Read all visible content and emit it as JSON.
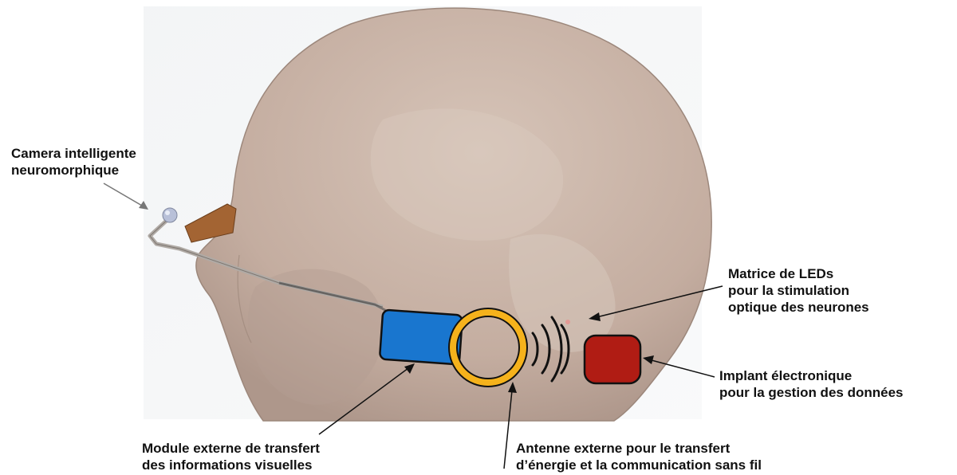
{
  "labels": {
    "camera": [
      "Camera intelligente",
      "neuromorphique"
    ],
    "led_matrix": [
      "Matrice de LEDs",
      "pour la stimulation",
      "optique des neurones"
    ],
    "implant": [
      "Implant électronique",
      "pour la gestion des données"
    ],
    "external_module": [
      "Module externe de transfert",
      "des informations visuelles"
    ],
    "antenna": [
      "Antenne externe pour le transfert",
      "d’énergie et la communication sans fil"
    ]
  },
  "colors": {
    "background": "#ffffff",
    "head": "#c8b3a6",
    "head_shadow": "#a8938a",
    "camera_lens": "#b8c0d8",
    "glasses_frame": "#a36433",
    "external_module": "#1976cf",
    "antenna_ring": "#f5b21c",
    "implant": "#b01c14",
    "outline": "#111111"
  },
  "icons": {
    "camera": "camera-sphere-icon",
    "module": "rounded-rectangle-icon",
    "antenna": "ring-icon",
    "waves": "wireless-waves-icon",
    "implant": "rounded-square-icon"
  }
}
